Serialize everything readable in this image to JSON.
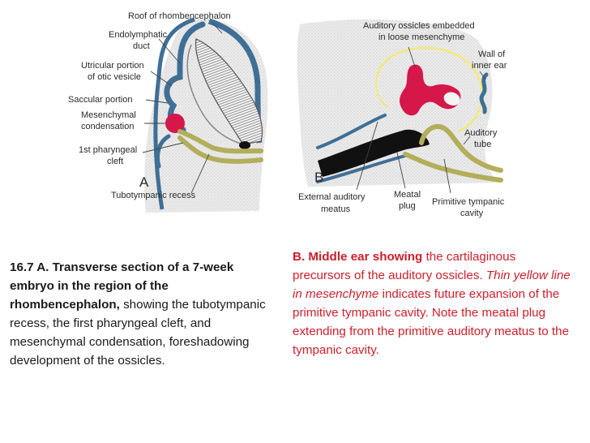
{
  "panel_a": {
    "letter": "A",
    "labels": {
      "roof": "Roof of rhombencephalon",
      "endo_1": "Endolymphatic",
      "endo_2": "duct",
      "utric_1": "Utricular portion",
      "utric_2": "of otic vesicle",
      "saccular": "Saccular portion",
      "mesen_1": "Mesenchymal",
      "mesen_2": "condensation",
      "cleft_1": "1st pharyngeal",
      "cleft_2": "cleft",
      "recess": "Tubotympanic recess"
    }
  },
  "panel_b": {
    "letter": "B",
    "labels": {
      "ossicles_1": "Auditory ossicles embedded",
      "ossicles_2": "in loose mesenchyme",
      "wall_1": "Wall of",
      "wall_2": "inner ear",
      "tube_1": "Auditory",
      "tube_2": "tube",
      "ext_1": "External auditory",
      "ext_2": "meatus",
      "meatal_1": "Meatal",
      "meatal_2": "plug",
      "prim_1": "Primitive tympanic",
      "prim_2": "cavity"
    }
  },
  "caption_left": {
    "bold": "16.7 A. Transverse section of a 7-week embryo in the region of the rhombencephalon,",
    "rest": " showing the tubotympanic recess, the first pharyngeal cleft, and mesenchymal condensation, foreshadowing development of the ossicles."
  },
  "caption_right": {
    "bold": "B. Middle ear showing",
    "text1": " the cartilaginous precursors of the auditory ossicles. ",
    "italic": "Thin yellow line in mesenchyme",
    "text2": " indicates future expansion of the primitive tympanic cavity. Note the meatal plug extending from the primitive auditory meatus to the tympanic cavity."
  },
  "colors": {
    "epithelium_blue": "#3f6f96",
    "mesenchyme_yellow": "#f2ea7e",
    "cartilage_red": "#d5174a",
    "endoderm_olive": "#b2ae5a",
    "caption_red": "#cc1f2a",
    "stipple_grey": "#e4e4e4"
  }
}
